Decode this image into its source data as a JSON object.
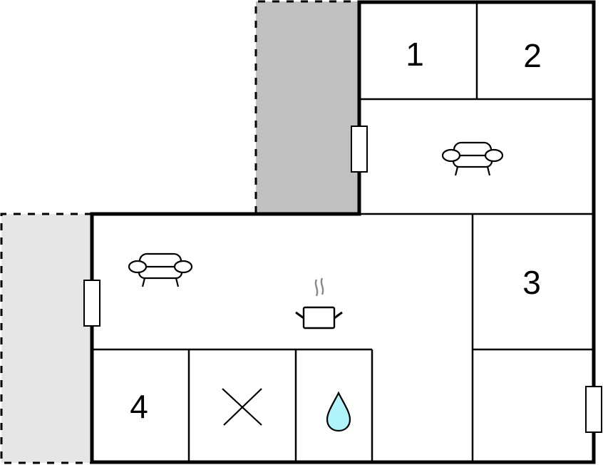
{
  "diagram": {
    "type": "floor-plan",
    "colors": {
      "wall": "#000000",
      "terrace_dark": "#c0c0c0",
      "terrace_light": "#e6e6e6",
      "water_drop": "#aef4fa",
      "steam": "#888888"
    },
    "rooms": [
      {
        "id": "bedroom-1",
        "label": "1"
      },
      {
        "id": "bedroom-2",
        "label": "2"
      },
      {
        "id": "bedroom-3",
        "label": "3"
      },
      {
        "id": "bedroom-4",
        "label": "4"
      },
      {
        "id": "upper-living-room",
        "icon": "sofa-icon"
      },
      {
        "id": "lower-living-kitchen",
        "icons": [
          "sofa-icon",
          "cooking-pot-icon"
        ]
      },
      {
        "id": "toilet",
        "icon": "x-cross-icon"
      },
      {
        "id": "bathroom",
        "icon": "water-drop-icon"
      },
      {
        "id": "hall"
      },
      {
        "id": "utility-room"
      }
    ],
    "outdoor_areas": [
      {
        "id": "terrace-upper",
        "shade": "dark"
      },
      {
        "id": "terrace-lower",
        "shade": "light"
      }
    ],
    "doors": 3
  }
}
